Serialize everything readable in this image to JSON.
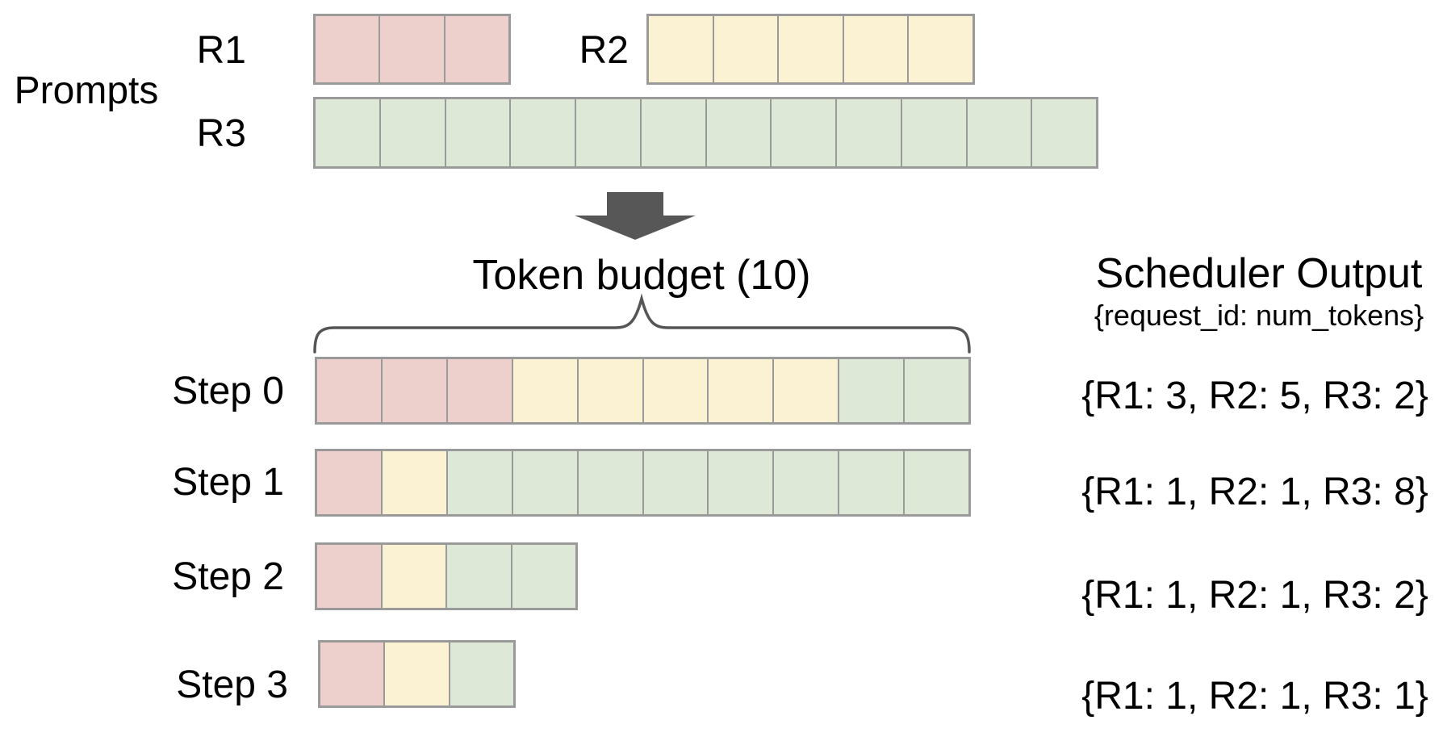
{
  "colors": {
    "R1_fill": "#edcfcc",
    "R2_fill": "#fbf1d3",
    "R3_fill": "#dde8d6",
    "cell_border": "#9a9a9a",
    "arrow": "#575757",
    "brace": "#555555",
    "text": "#000000",
    "background": "#ffffff"
  },
  "prompts": {
    "section_label": "Prompts",
    "rows": [
      {
        "label": "R1",
        "num_tokens": 3,
        "segments": [
          {
            "request": "R1",
            "count": 3
          }
        ]
      },
      {
        "label": "R2",
        "num_tokens": 5,
        "segments": [
          {
            "request": "R2",
            "count": 5
          }
        ]
      },
      {
        "label": "R3",
        "num_tokens": 12,
        "segments": [
          {
            "request": "R3",
            "count": 12
          }
        ]
      }
    ]
  },
  "token_budget": {
    "label": "Token budget (10)",
    "value": 10
  },
  "scheduler_output": {
    "title": "Scheduler Output",
    "subtitle": "{request_id: num_tokens}"
  },
  "steps": [
    {
      "label": "Step 0",
      "segments": [
        {
          "request": "R1",
          "count": 3
        },
        {
          "request": "R2",
          "count": 5
        },
        {
          "request": "R3",
          "count": 2
        }
      ],
      "output": "{R1: 3, R2: 5, R3: 2}"
    },
    {
      "label": "Step 1",
      "segments": [
        {
          "request": "R1",
          "count": 1
        },
        {
          "request": "R2",
          "count": 1
        },
        {
          "request": "R3",
          "count": 8
        }
      ],
      "output": "{R1: 1, R2: 1, R3: 8}"
    },
    {
      "label": "Step 2",
      "segments": [
        {
          "request": "R1",
          "count": 1
        },
        {
          "request": "R2",
          "count": 1
        },
        {
          "request": "R3",
          "count": 2
        }
      ],
      "output": "{R1: 1, R2: 1, R3: 2}"
    },
    {
      "label": "Step 3",
      "segments": [
        {
          "request": "R1",
          "count": 1
        },
        {
          "request": "R2",
          "count": 1
        },
        {
          "request": "R3",
          "count": 1
        }
      ],
      "output": "{R1: 1, R2: 1, R3: 1}"
    }
  ]
}
